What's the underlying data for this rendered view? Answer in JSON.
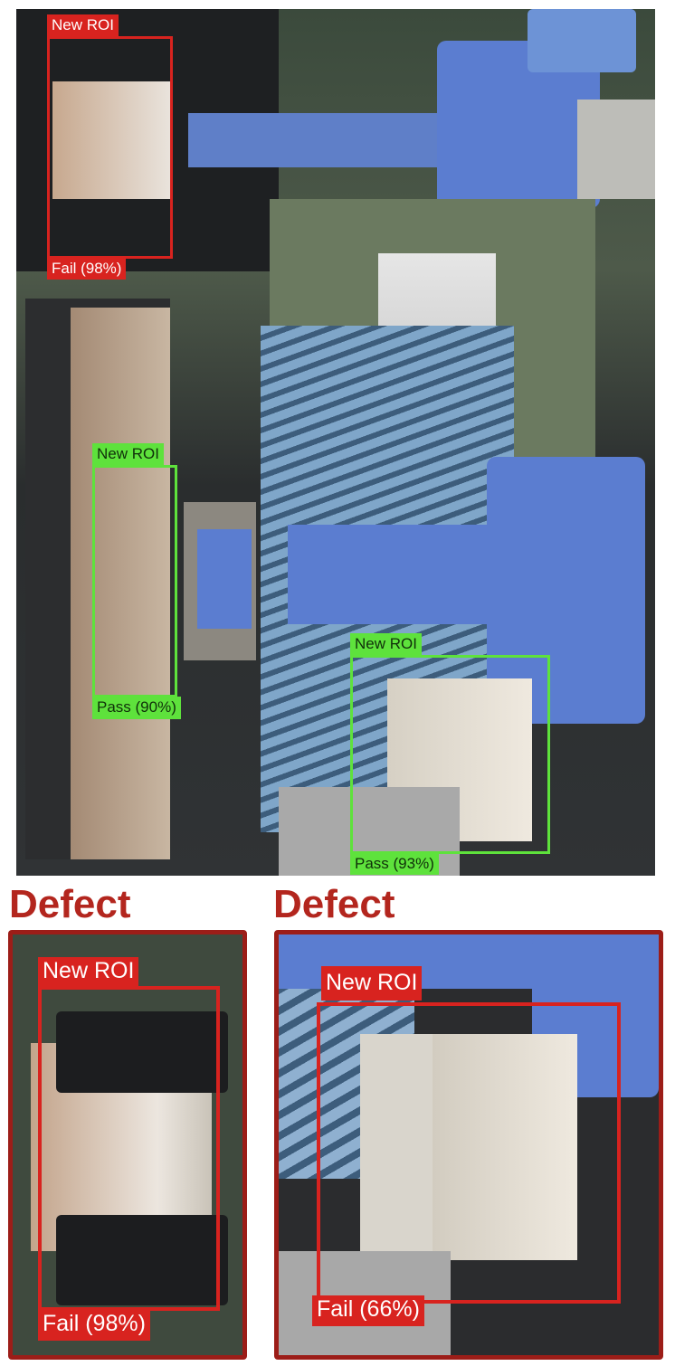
{
  "main_image": {
    "detections": [
      {
        "roi_label": "New ROI",
        "result": "Fail (98%)",
        "status": "fail"
      },
      {
        "roi_label": "New ROI",
        "result": "Pass (90%)",
        "status": "pass"
      },
      {
        "roi_label": "New ROI",
        "result": "Pass (93%)",
        "status": "pass"
      }
    ]
  },
  "crops": [
    {
      "title": "Defect",
      "roi_label": "New ROI",
      "result": "Fail (98%)"
    },
    {
      "title": "Defect",
      "roi_label": "New ROI",
      "result": "Fail (66%)"
    }
  ],
  "colors": {
    "fail": "#d8231f",
    "pass": "#5ee23c",
    "defect_text": "#b3261e",
    "panel_border": "#9c1d18"
  }
}
